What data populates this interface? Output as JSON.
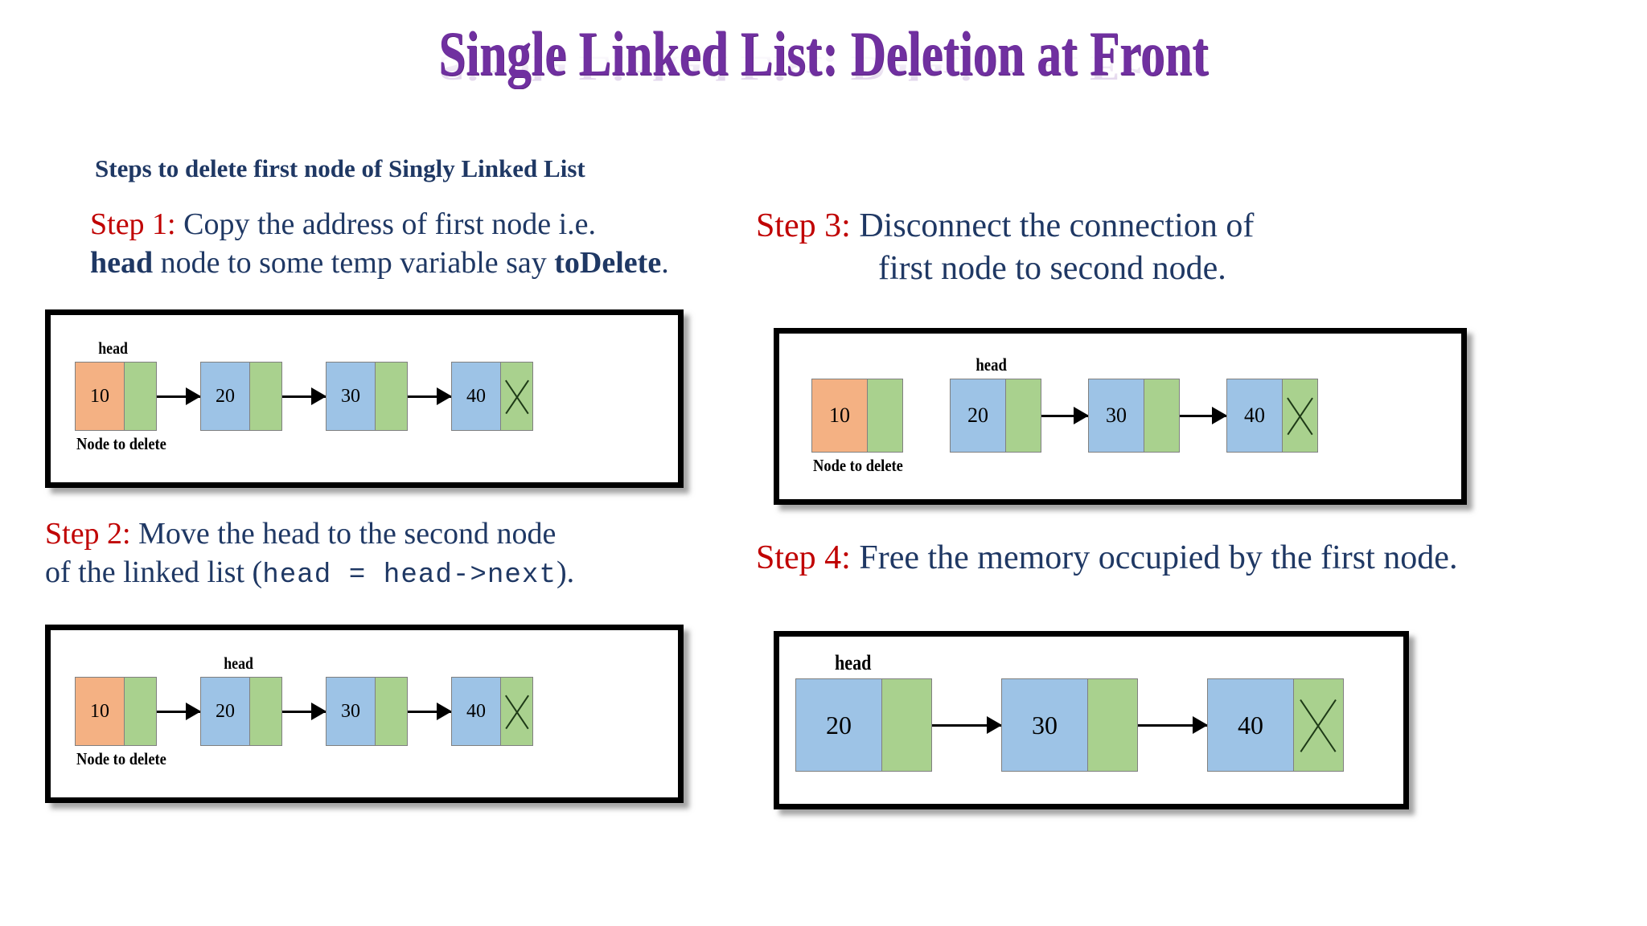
{
  "slide": {
    "title": "Single Linked List: Deletion at Front",
    "title_color": "#7030A0",
    "subtitle": "Steps to delete first node of Singly Linked List",
    "body_color": "#1F3864",
    "step_label_color": "#C00000"
  },
  "steps": {
    "step1": {
      "label": "Step 1:",
      "line1_a": " Copy the address of first node i.e.",
      "line2_a": "head",
      "line2_b": " node to some temp variable say ",
      "line2_c": "toDelete",
      "line2_d": "."
    },
    "step2": {
      "label": "Step 2:",
      "line1_a": " Move the head to the second node",
      "line2_a": "of the linked list (",
      "code": "head = head->next",
      "line2_b": ")."
    },
    "step3": {
      "label": "Step 3:",
      "line1_a": " Disconnect the connection of",
      "line2_a": "first node to second node."
    },
    "step4": {
      "label": "Step 4:",
      "line1_a": " Free the memory occupied by the first node."
    }
  },
  "labels": {
    "head": "head",
    "node_to_delete": "Node to delete"
  },
  "colors": {
    "delete_node_fill": "#F4B183",
    "node_fill": "#9DC3E6",
    "pointer_fill": "#A9D18E",
    "cell_border": "#808080",
    "frame_border": "#000000",
    "null_x": "#1E3A17",
    "arrow": "#000000"
  },
  "diagrams": [
    {
      "id": "diagram-1",
      "caption_for": "step1",
      "head_on_node": 0,
      "delete_marker_on_node": 0,
      "nodes": [
        {
          "value": "10",
          "fill": "delete_node_fill",
          "next": "arrow"
        },
        {
          "value": "20",
          "fill": "node_fill",
          "next": "arrow"
        },
        {
          "value": "30",
          "fill": "node_fill",
          "next": "arrow"
        },
        {
          "value": "40",
          "fill": "node_fill",
          "next": "null"
        }
      ]
    },
    {
      "id": "diagram-2",
      "caption_for": "step2",
      "head_on_node": 1,
      "delete_marker_on_node": 0,
      "nodes": [
        {
          "value": "10",
          "fill": "delete_node_fill",
          "next": "arrow"
        },
        {
          "value": "20",
          "fill": "node_fill",
          "next": "arrow"
        },
        {
          "value": "30",
          "fill": "node_fill",
          "next": "arrow"
        },
        {
          "value": "40",
          "fill": "node_fill",
          "next": "null"
        }
      ]
    },
    {
      "id": "diagram-3",
      "caption_for": "step3",
      "head_on_node": 1,
      "delete_marker_on_node": 0,
      "nodes": [
        {
          "value": "10",
          "fill": "delete_node_fill",
          "next": "none"
        },
        {
          "value": "20",
          "fill": "node_fill",
          "next": "arrow"
        },
        {
          "value": "30",
          "fill": "node_fill",
          "next": "arrow"
        },
        {
          "value": "40",
          "fill": "node_fill",
          "next": "null"
        }
      ]
    },
    {
      "id": "diagram-4",
      "caption_for": "step4",
      "head_on_node": 0,
      "delete_marker_on_node": -1,
      "nodes": [
        {
          "value": "20",
          "fill": "node_fill",
          "next": "arrow"
        },
        {
          "value": "30",
          "fill": "node_fill",
          "next": "arrow"
        },
        {
          "value": "40",
          "fill": "node_fill",
          "next": "null"
        }
      ]
    }
  ]
}
